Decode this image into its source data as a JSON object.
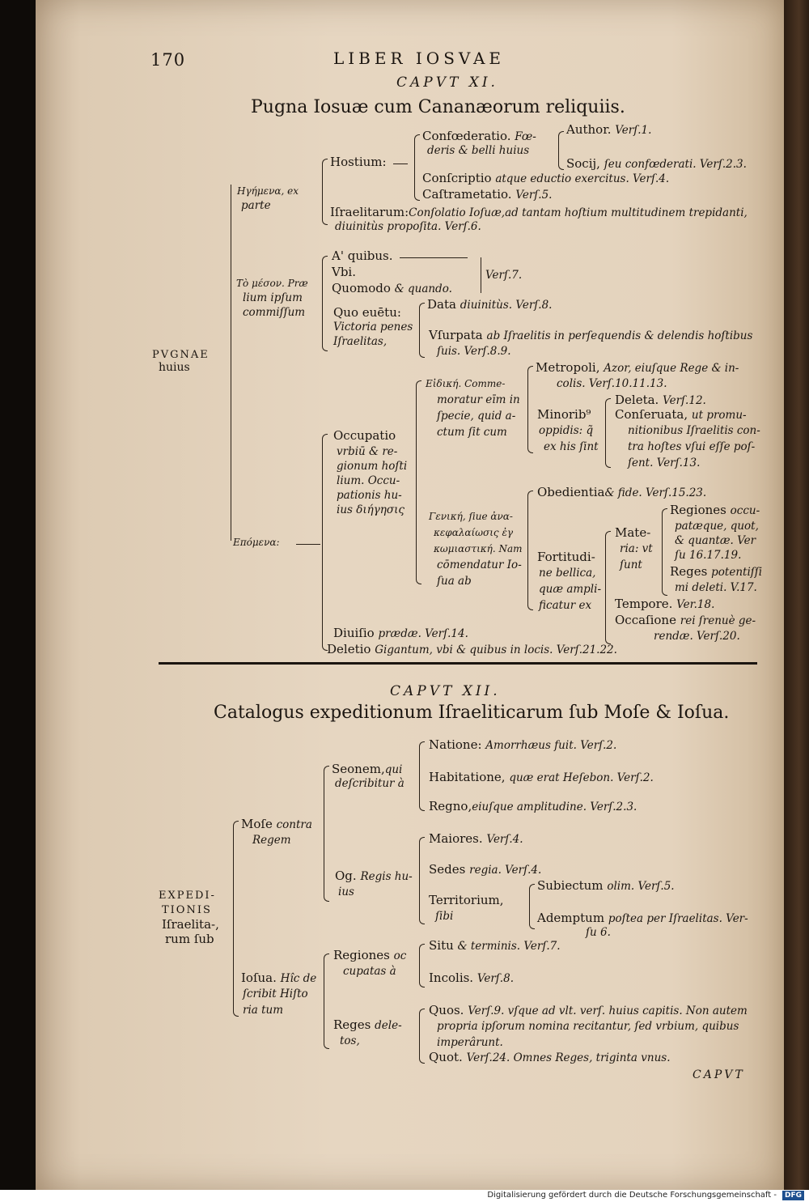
{
  "header": {
    "page_number": "170",
    "running_title": "LIBER IOSVAE"
  },
  "ch11": {
    "caput": "CAPVT XI.",
    "title": "Pugna Iosuæ cum Cananæorum reliquiis.",
    "root": [
      "PVGNAE",
      "huius"
    ],
    "intro": [
      "Ηγήμενα, ex",
      "parte"
    ],
    "hostium": "Hostium:",
    "confoed": [
      "Confœderatio.",
      "Fœ-",
      "deris & belli huius"
    ],
    "author": [
      "Author.",
      "Verſ.1."
    ],
    "socij": [
      "Socij,",
      "ſeu confœderati. Verſ.2.3."
    ],
    "conscriptio": [
      "Conſcriptio",
      "atque eductio exercitus. Verſ.4."
    ],
    "castra": [
      "Caſtrametatio.",
      "Verſ.5."
    ],
    "israel": [
      "Iſraelitarum:",
      "Conſolatio Ioſuæ,ad tantam hoſtium multitudinem trepidanti,",
      "diuinitùs propoſita. Verſ.6."
    ],
    "middle": [
      "Τὸ μέσον. Præ",
      "lium ipſum",
      "commiſſum"
    ],
    "aquibus": "A' quibus.",
    "vbi": "Vbi.",
    "quomodo": [
      "Quomodo",
      "& quando."
    ],
    "vers7": "Verſ.7.",
    "quo_euentu": [
      "Quo euētu:",
      "Victoria penes",
      "Iſraelitas,"
    ],
    "data": [
      "Data",
      "diuinitùs. Verſ.8."
    ],
    "vsurpata": [
      "Vſurpata",
      "ab Iſraelitis in perſequendis & delendis hoſtibus",
      "ſuis. Verſ.8.9."
    ],
    "epomena": "Επόμενα:",
    "occupatio": [
      "Occupatio",
      "vrbiū & re-",
      "gionum hoſti",
      "lium. Occu-",
      "pationis hu-",
      "ius διήγησις"
    ],
    "eidike": [
      "Εἰδική. Comme-",
      "moratur eīm in",
      "ſpecie, quid a-",
      "ctum ſit cum"
    ],
    "metropoli": [
      "Metropoli,",
      "Azor, eiuſque Rege & in-",
      "colis. Verſ.10.11.13."
    ],
    "minorib": [
      "Minorib⁹",
      "oppidis: q̃",
      "ex his ſint"
    ],
    "deleta": [
      "Deleta.",
      "Verſ.12."
    ],
    "conseruata": [
      "Conſeruata,",
      "ut promu-",
      "nitionibus Iſraelitis con-",
      "tra hoſtes vſui eſſe poſ-",
      "ſent. Verſ.13."
    ],
    "genike": [
      "Γενική, ſiue ἀνα-",
      "κεφαλαίωσις ἐγ",
      "κωμιαστική. Nam",
      "cōmendatur Io-",
      "ſua ab"
    ],
    "obedientia": [
      "Obedientia",
      "& fide. Verſ.15.23."
    ],
    "fortitudine": [
      "Fortitudi-",
      "ne bellica,",
      "quæ ampli-",
      "ficatur ex"
    ],
    "materia": [
      "Mate-",
      "ria: vt",
      "ſunt"
    ],
    "regiones": [
      "Regiones",
      "occu-",
      "patæque, quot,",
      "& quantæ. Ver",
      "ſu 16.17.19."
    ],
    "reges": [
      "Reges",
      "potentiſſi",
      "mi deleti. V.17."
    ],
    "tempore": [
      "Tempore.",
      "Ver.18."
    ],
    "occasione": [
      "Occaſione",
      "rei ſrenuè ge-",
      "rendæ. Verſ.20."
    ],
    "diuisio": [
      "Diuiſio",
      "prædæ. Verſ.14."
    ],
    "deletio": [
      "Deletio",
      "Gigantum, vbi & quibus in locis. Verſ.21.22."
    ]
  },
  "ch12": {
    "caput": "CAPVT XII.",
    "title": "Catalogus expeditionum Iſraeliticarum ſub Moſe & Ioſua.",
    "root": [
      "EXPEDI-",
      "TIONIS",
      "Iſraelita-,",
      "rum ſub"
    ],
    "mose": [
      "Moſe",
      "contra",
      "Regem"
    ],
    "seonem": [
      "Seonem,",
      "qui",
      "deſcribitur à"
    ],
    "natione": [
      "Natione:",
      "Amorrhæus fuit. Verſ.2."
    ],
    "habitatione": [
      "Habitatione,",
      "quæ erat Heſebon. Verſ.2."
    ],
    "regno": [
      "Regno,",
      "eiuſque amplitudine. Verſ.2.3."
    ],
    "og": [
      "Og.",
      "Regis hu-",
      "ius"
    ],
    "maiores": [
      "Maiores.",
      "Verſ.4."
    ],
    "sedes": [
      "Sedes",
      "regia. Verſ.4."
    ],
    "territorium": [
      "Territorium,",
      "ſibi"
    ],
    "subiectum": [
      "Subiectum",
      "olim. Verſ.5."
    ],
    "ademptum": [
      "Ademptum",
      "poſtea per Iſraelitas. Ver-",
      "ſu 6."
    ],
    "iosua": [
      "Ioſua.",
      "Hîc de",
      "ſcribit Hiſto",
      "ria tum"
    ],
    "regiones_oc": [
      "Regiones",
      "oc",
      "cupatas à"
    ],
    "situ": [
      "Situ",
      "& terminis. Verſ.7."
    ],
    "incolis": [
      "Incolis.",
      "Verſ.8."
    ],
    "reges_del": [
      "Reges",
      "dele-",
      "tos,"
    ],
    "quos": [
      "Quos.",
      "Verſ.9. vſque ad vlt. verſ. huius capitis. Non autem",
      "propria ipſorum nomina recitantur, ſed vrbium, quibus",
      "imperârunt."
    ],
    "quot": [
      "Quot.",
      "Verſ.24. Omnes Reges, triginta vnus."
    ],
    "catchword": "CAPVT"
  },
  "footer": {
    "credit": "Digitalisierung gefördert durch die Deutsche Forschungsgemeinschaft -",
    "logo": "DFG"
  }
}
